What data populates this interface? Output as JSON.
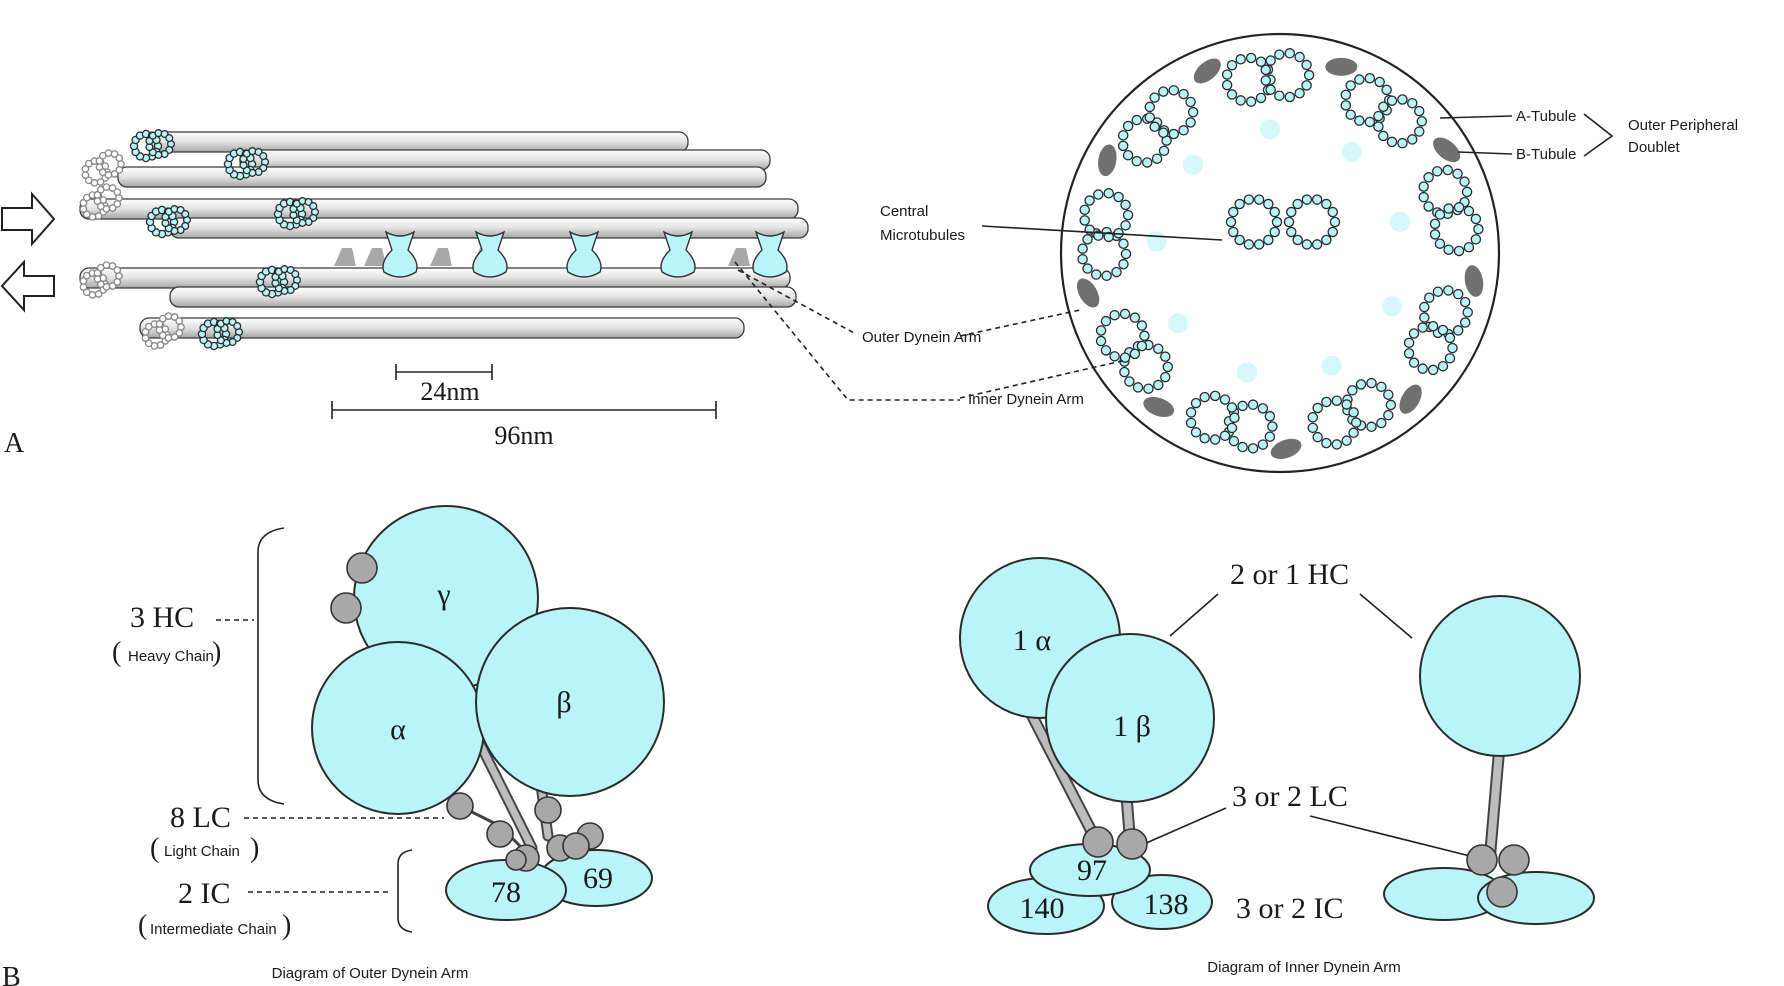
{
  "colors": {
    "cyan": "#b8f4f8",
    "grey": "#a8a8a8",
    "dark_grey": "#707070",
    "outline": "#2b2b2b"
  },
  "panel_a": {
    "panel_label": "A",
    "scale_24": "24nm",
    "scale_96": "96nm",
    "outer_dynein_arm": "Outer Dynein Arm",
    "inner_dynein_arm": "Inner Dynein Arm",
    "central_microtubules_1": "Central",
    "central_microtubules_2": "Microtubules",
    "a_tubule": "A-Tubule",
    "b_tubule": "B-Tubule",
    "outer_doublet_1": "Outer Peripheral",
    "outer_doublet_2": "Doublet"
  },
  "panel_b": {
    "panel_label": "B",
    "outer": {
      "hc_label": "3 HC",
      "hc_full": "Heavy Chain",
      "lc_label": "8 LC",
      "lc_full": "Light Chain",
      "ic_label": "2 IC",
      "ic_full": "Intermediate Chain",
      "gamma": "γ",
      "alpha": "α",
      "beta": "β",
      "ic_78": "78",
      "ic_69": "69",
      "caption": "Diagram of Outer Dynein Arm"
    },
    "inner": {
      "hc_label": "2 or 1 HC",
      "lc_label": "3 or 2 LC",
      "ic_label": "3 or 2 IC",
      "one_alpha": "1 α",
      "one_beta": "1 β",
      "ic_97": "97",
      "ic_140": "140",
      "ic_138": "138",
      "caption": "Diagram of Inner Dynein Arm"
    }
  }
}
